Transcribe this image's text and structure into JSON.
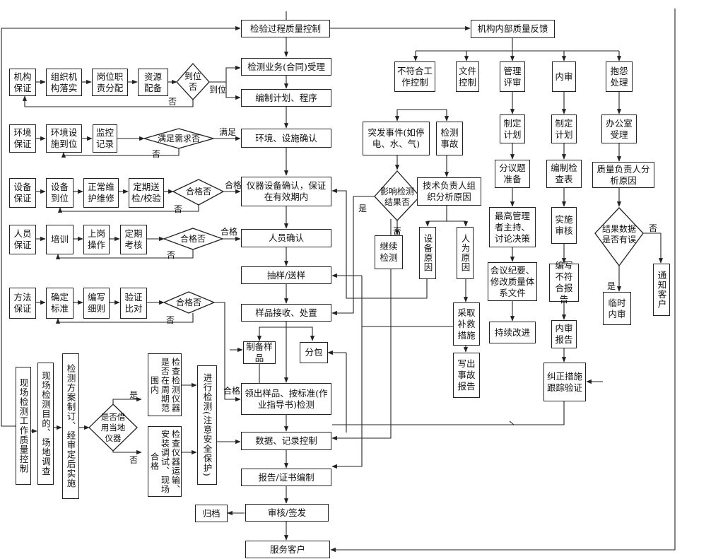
{
  "main": {
    "process_qc": "检验过程质量控制",
    "contract": "检测业务(合同)受理",
    "plan": "编制计划、程序",
    "env_confirm": "环境、设施确认",
    "instrument_confirm": "仪器设备确认，保证在有效期内",
    "personnel_confirm": "人员确认",
    "sampling": "抽样/送样",
    "receive": "样品接收、处置",
    "prepare": "制备样品",
    "subcontract": "分包",
    "test": "领出样品、按标准(作业指导书)检测",
    "data": "数据、记录控制",
    "report": "报告/证书编制",
    "review": "审核/签发",
    "archive": "归档",
    "serve": "服务客户"
  },
  "org": {
    "guarantee": "机构保证",
    "implement": "组织机构落实",
    "duty": "岗位职责分配",
    "resource": "资源配备",
    "decision": "到位否",
    "yes": "到位",
    "no": "否"
  },
  "env": {
    "guarantee": "环境保证",
    "in_place": "环境设施到位",
    "record": "监控记录",
    "decision": "满足需求否",
    "yes": "满足",
    "no": "否"
  },
  "equip": {
    "guarantee": "设备保证",
    "in_place": "设备到位",
    "maintain": "正常维护维修",
    "calibrate": "定期送检/校验",
    "decision": "合格否",
    "yes": "合格",
    "no": "否"
  },
  "staff": {
    "guarantee": "人员保证",
    "train": "培训",
    "post": "上岗操作",
    "assess": "定期考核",
    "decision": "合格否",
    "yes": "合格",
    "no": "否"
  },
  "method": {
    "guarantee": "方法保证",
    "standard": "确定标准",
    "rules": "编写细则",
    "verify": "验证比对",
    "decision": "合格否",
    "no": "否"
  },
  "field": {
    "qc": "现场检测工作质量控制",
    "survey": "现场检测目的、场地调查",
    "plan": "检测方案制订、经审定后实施",
    "decision": "是否借用当地仪器",
    "yes": "是",
    "no": "否",
    "check_local": "检查检测仪器是否在周期范围内",
    "check_own": "检查仪器运输、安装调试、现场合格",
    "execute": "进行检测(注意安全保护)",
    "pass": "合格"
  },
  "accident": {
    "emergency": "突发事件(如停电、水、气)",
    "accident": "检测事故",
    "decision": "影响检测结果否",
    "yes": "是",
    "no": "否",
    "continue": "继续检测",
    "tech_lead": "技术负责人组织分析原因",
    "equip_cause": "设备原因",
    "human_cause": "人为原因",
    "remedy": "采取补救措施",
    "write_report": "写出事故报告"
  },
  "feedback": {
    "title": "机构内部质量反馈",
    "nonconform": "不符合工作控制",
    "doc": "文件控制",
    "mgmt_review": "管理评审",
    "audit": "内审",
    "complaint": "抱怨处理",
    "mr_plan": "制定计划",
    "mr_topics": "分议题准备",
    "mr_meeting": "最高管理者主持、讨论决策",
    "mr_minutes": "会议纪要、修改质量体系文件",
    "mr_improve": "持续改进",
    "audit_plan": "制定计划",
    "audit_checklist": "编制检查表",
    "audit_do": "实施审核",
    "audit_nc_report": "编写不符合报告",
    "audit_report": "内审报告",
    "audit_verify": "纠正措施跟踪验证",
    "comp_office": "办公室受理",
    "comp_analysis": "质量负责人分析原因",
    "comp_decision": "结果数据是否有误",
    "comp_yes": "是",
    "comp_no": "否",
    "comp_temp": "临时内审",
    "comp_notify": "通知客户"
  }
}
